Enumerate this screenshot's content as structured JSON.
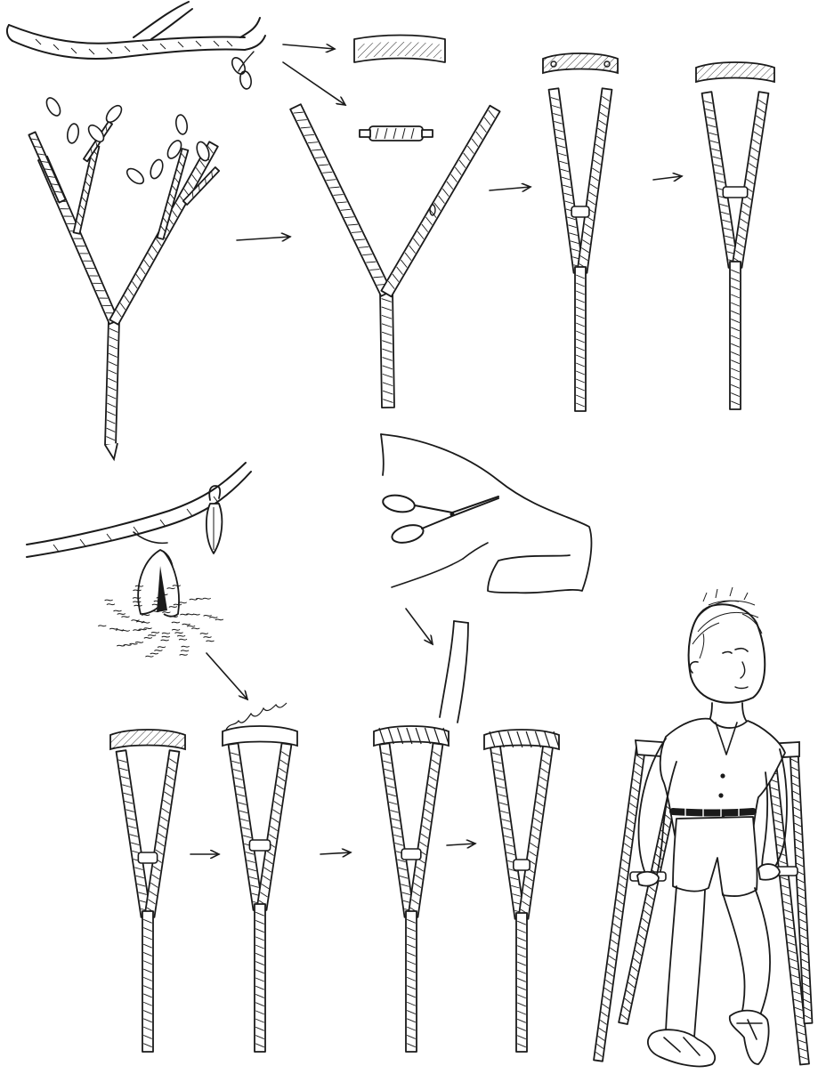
{
  "figure": {
    "type": "illustrated-instructions",
    "steps": [
      {
        "step": "branch-cut-into-pieces"
      },
      {
        "step": "forked-branch-trimmed"
      },
      {
        "step": "armpit-rest-and-handgrip-fitted"
      },
      {
        "step": "completed-crutch"
      },
      {
        "step": "seed-pod-fibre-stuffing"
      },
      {
        "step": "cloth-strip-wrapping"
      },
      {
        "step": "child-using-crutches"
      }
    ],
    "ink_color": "#1a1a1a",
    "paper_color": "#ffffff"
  }
}
